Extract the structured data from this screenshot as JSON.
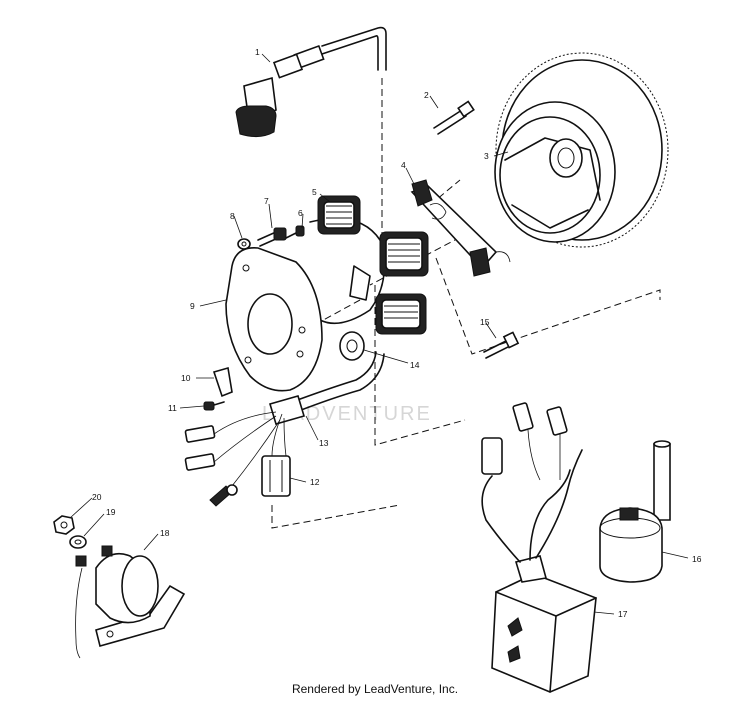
{
  "credit": "Rendered by LeadVenture, Inc.",
  "watermark": "LEADVENTURE",
  "callouts": {
    "c1": "1",
    "c2": "2",
    "c3": "3",
    "c4": "4",
    "c5": "5",
    "c6": "6",
    "c7": "7",
    "c8": "8",
    "c9": "9",
    "c10": "10",
    "c11": "11",
    "c12": "12",
    "c13": "13",
    "c14": "14",
    "c15": "15",
    "c16": "16",
    "c17": "17",
    "c18": "18",
    "c19": "19",
    "c20": "20"
  }
}
